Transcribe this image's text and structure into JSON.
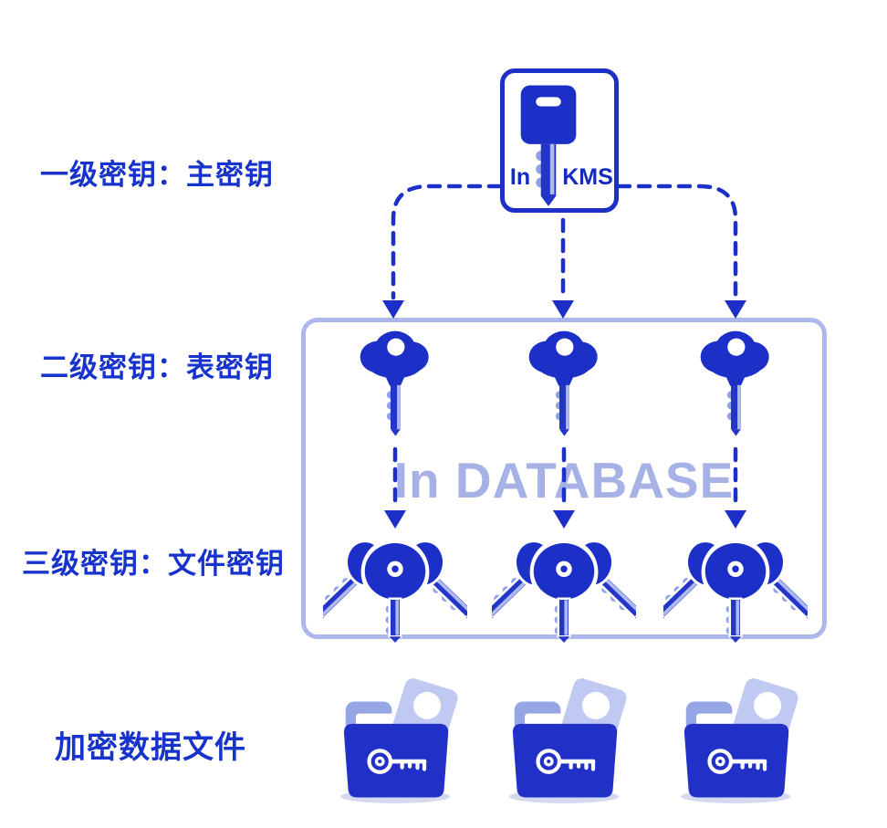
{
  "rows": [
    {
      "id": "level1",
      "label": "一级密钥：主密钥",
      "item_count": 1,
      "icon": "master-key-icon"
    },
    {
      "id": "level2",
      "label": "二级密钥：表密钥",
      "item_count": 3,
      "icon": "table-key-icon"
    },
    {
      "id": "level3",
      "label": "三级密钥：文件密钥",
      "item_count": 3,
      "icon": "file-keys-bundle-icon"
    },
    {
      "id": "files",
      "label": "加密数据文件",
      "item_count": 3,
      "icon": "encrypted-folder-icon"
    }
  ],
  "kms_box": {
    "left_text": "In",
    "right_text": "KMS"
  },
  "database_box": {
    "watermark": "In DATABASE"
  },
  "colors": {
    "primary_blue": "#1C2FC6",
    "label_blue": "#1733CB",
    "shaft_blue": "#2336C8",
    "teeth_light_blue": "#8FA0E8",
    "stripe_light_blue": "#AEB9EF",
    "periwinkle_border": "#ACB8EC",
    "watermark_blue": "#A6B1E5",
    "folder_front_blue": "#2131C8",
    "folder_tab_blue": "#96A5E3",
    "folder_card_blue": "#BFC9F2",
    "background": "#FFFFFF"
  }
}
